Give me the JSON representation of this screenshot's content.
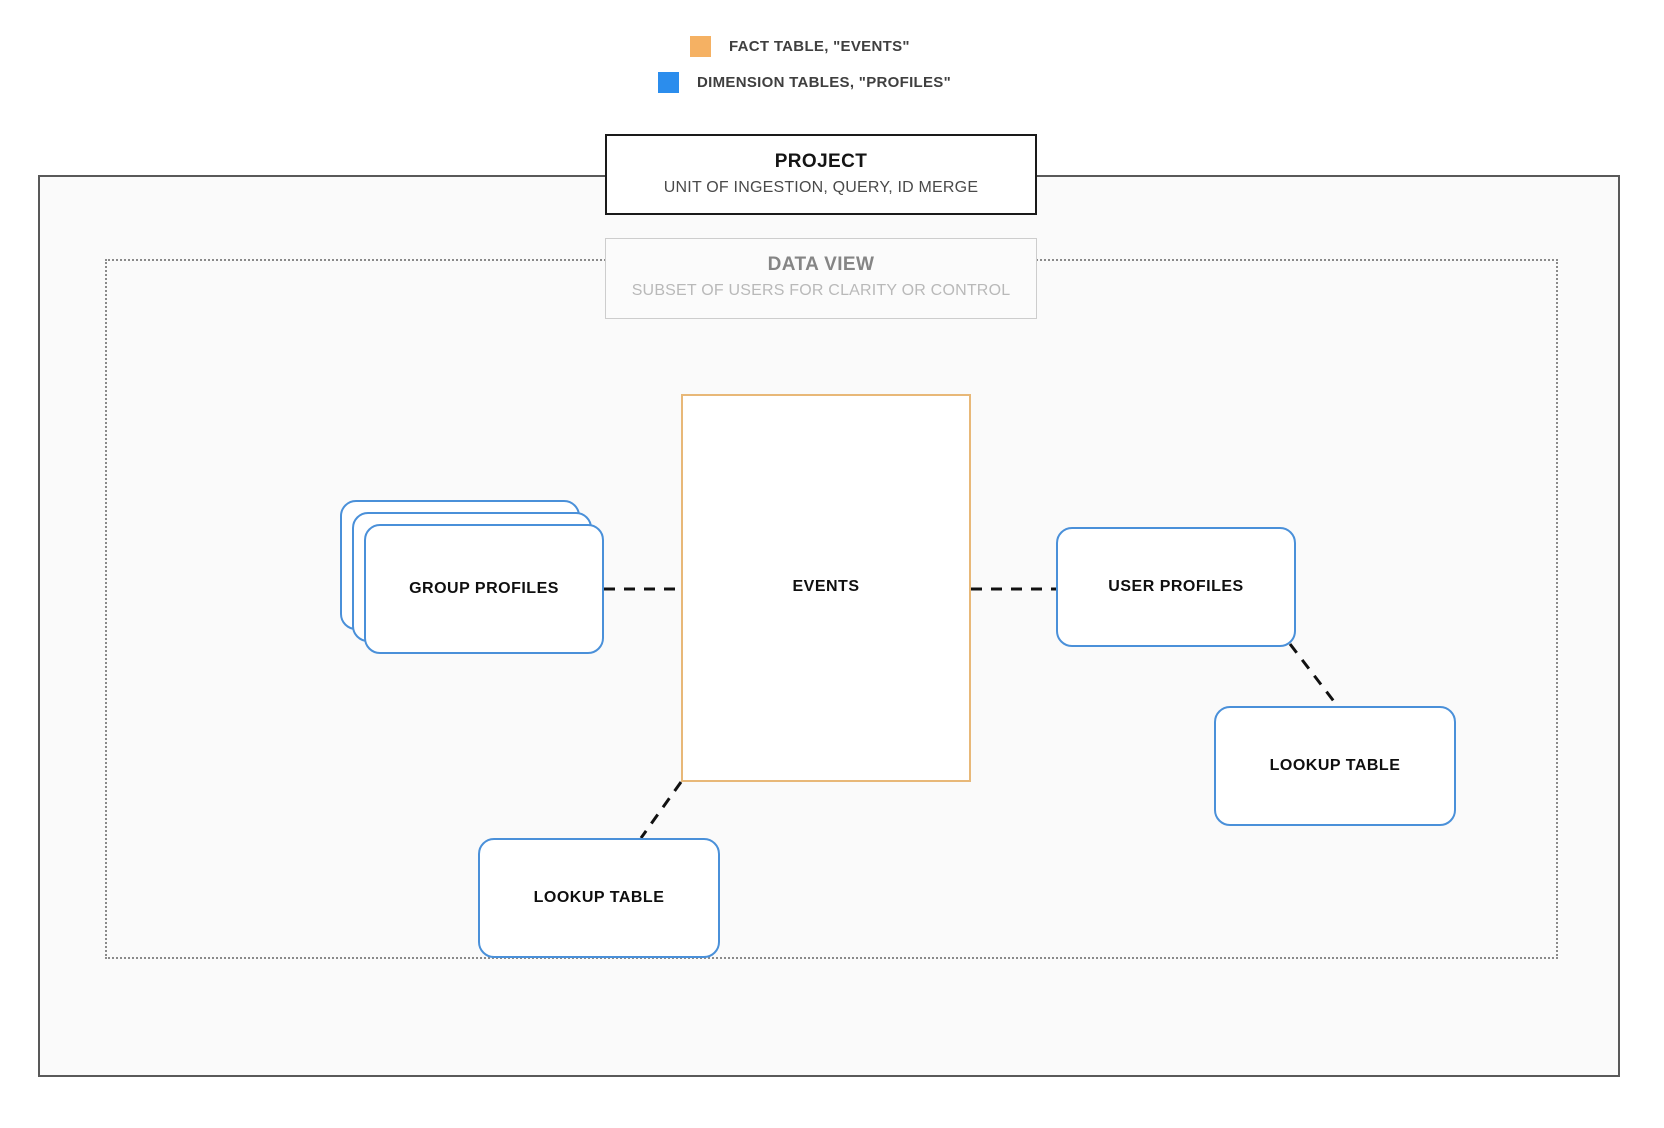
{
  "legend": {
    "items": [
      {
        "key": "fact",
        "label": "FACT TABLE, \"EVENTS\"",
        "color": "#f5b163",
        "icon": "orange-square-swatch"
      },
      {
        "key": "dimension",
        "label": "DIMENSION TABLES, \"PROFILES\"",
        "color": "#2b8ded",
        "icon": "blue-square-swatch"
      }
    ]
  },
  "project": {
    "title": "PROJECT",
    "subtitle": "UNIT OF INGESTION, QUERY, ID MERGE",
    "border_color": "#1a1a1a"
  },
  "data_view": {
    "title": "DATA VIEW",
    "subtitle": "SUBSET OF USERS FOR CLARITY OR CONTROL",
    "border_color": "#cdcdcd"
  },
  "nodes": {
    "events": {
      "label": "EVENTS",
      "kind": "fact",
      "color": "#e8b878"
    },
    "group_profiles": {
      "label": "GROUP PROFILES",
      "kind": "dimension",
      "color": "#4a90d9",
      "stacked": 3
    },
    "user_profiles": {
      "label": "USER PROFILES",
      "kind": "dimension",
      "color": "#4a90d9"
    },
    "lookup_table_right": {
      "label": "LOOKUP TABLE",
      "kind": "dimension",
      "color": "#4a90d9"
    },
    "lookup_table_left": {
      "label": "LOOKUP TABLE",
      "kind": "dimension",
      "color": "#4a90d9"
    }
  },
  "connectors": [
    {
      "from": "group_profiles",
      "to": "events",
      "style": "dashed"
    },
    {
      "from": "events",
      "to": "user_profiles",
      "style": "dashed"
    },
    {
      "from": "user_profiles",
      "to": "lookup_table_right",
      "style": "dashed"
    },
    {
      "from": "events",
      "to": "lookup_table_left",
      "style": "dashed"
    }
  ]
}
